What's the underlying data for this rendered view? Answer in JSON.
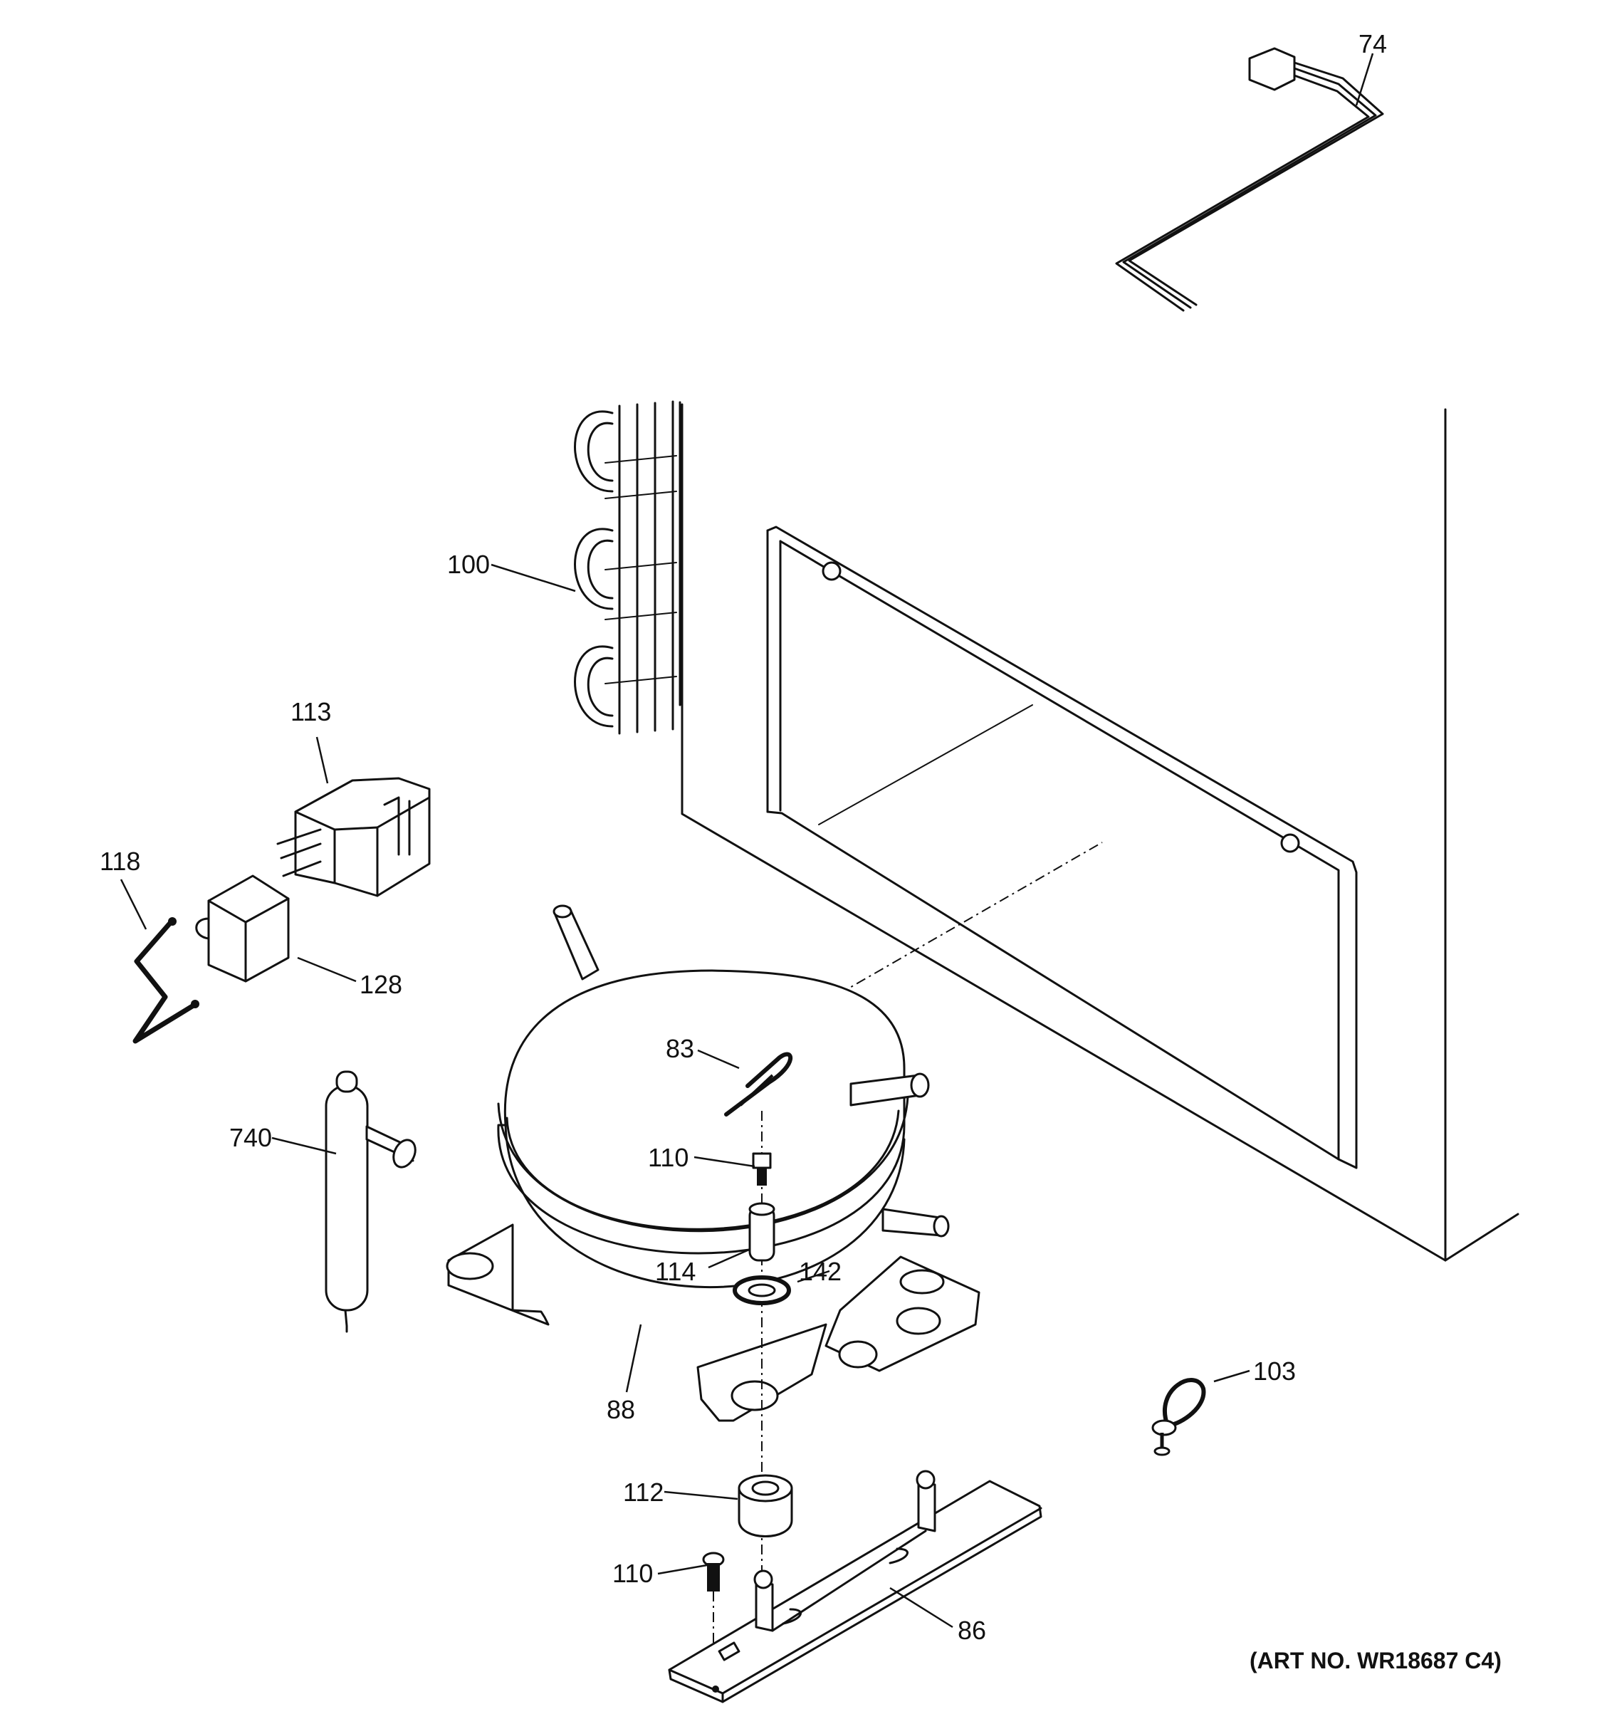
{
  "diagram": {
    "art_number": "(ART NO. WR18687 C4)",
    "callouts": [
      {
        "id": "74"
      },
      {
        "id": "100"
      },
      {
        "id": "113"
      },
      {
        "id": "118"
      },
      {
        "id": "128"
      },
      {
        "id": "83"
      },
      {
        "id": "110"
      },
      {
        "id": "740"
      },
      {
        "id": "114"
      },
      {
        "id": "142"
      },
      {
        "id": "88"
      },
      {
        "id": "103"
      },
      {
        "id": "112"
      },
      {
        "id": "110"
      },
      {
        "id": "86"
      }
    ]
  }
}
